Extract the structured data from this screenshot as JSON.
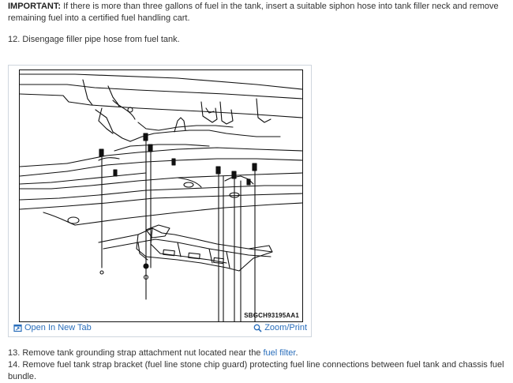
{
  "intro": {
    "label": "IMPORTANT:",
    "text": " If there is more than three gallons of fuel in the tank, insert a suitable siphon hose into tank filler neck and remove remaining fuel into a certified fuel handling cart."
  },
  "steps": {
    "s12": "12. Disengage filler pipe hose from fuel tank.",
    "s13_pre": "13. Remove tank grounding strap attachment nut located near the ",
    "s13_link": "fuel filter",
    "s13_post": ".",
    "s14": "14. Remove fuel tank strap bracket (fuel line stone chip guard) protecting fuel line connections between fuel tank and chassis fuel bundle."
  },
  "figure": {
    "code": "SBGCH93195AA1",
    "open_tab_label": "Open In New Tab",
    "zoom_print_label": "Zoom/Print",
    "icons": [
      "open-in-new-tab-icon",
      "magnifier-icon"
    ],
    "link_color": "#2a6ebb"
  }
}
